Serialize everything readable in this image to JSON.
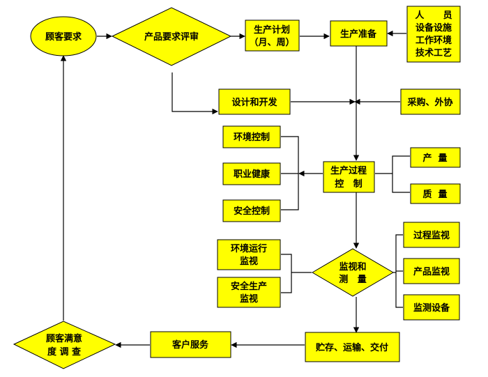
{
  "colors": {
    "node_fill": "#ffff00",
    "stroke": "#000000",
    "background": "#ffffff"
  },
  "nodes": {
    "customer_requirements": "顾客要求",
    "product_requirement_review": "产品要求评审",
    "production_plan_line1": "生产计划",
    "production_plan_line2": "（月、周）",
    "production_prep": "生产准备",
    "resources_line1": "人      员",
    "resources_line2": "设备设施",
    "resources_line3": "工作环境",
    "resources_line4": "技术工艺",
    "design_development": "设计和开发",
    "procurement": "采购、外协",
    "environmental_control": "环境控制",
    "occupational_health": "职业健康",
    "safety_control": "安全控制",
    "process_control_line1": "生产过程",
    "process_control_line2": "控   制",
    "output": "产  量",
    "quality": "质  量",
    "process_monitoring": "过程监视",
    "product_monitoring": "产品监视",
    "monitoring_equipment": "监测设备",
    "env_operation_monitoring_line1": "环境运行",
    "env_operation_monitoring_line2": "监视",
    "safety_production_monitoring_line1": "安全生产",
    "safety_production_monitoring_line2": "监视",
    "monitoring_measurement_line1": "监视和",
    "monitoring_measurement_line2": "测   量",
    "storage_transport_delivery": "贮存、运输、交付",
    "customer_service": "客户服务",
    "satisfaction_survey_line1": "顾客满意",
    "satisfaction_survey_line2": "度 调 查"
  }
}
